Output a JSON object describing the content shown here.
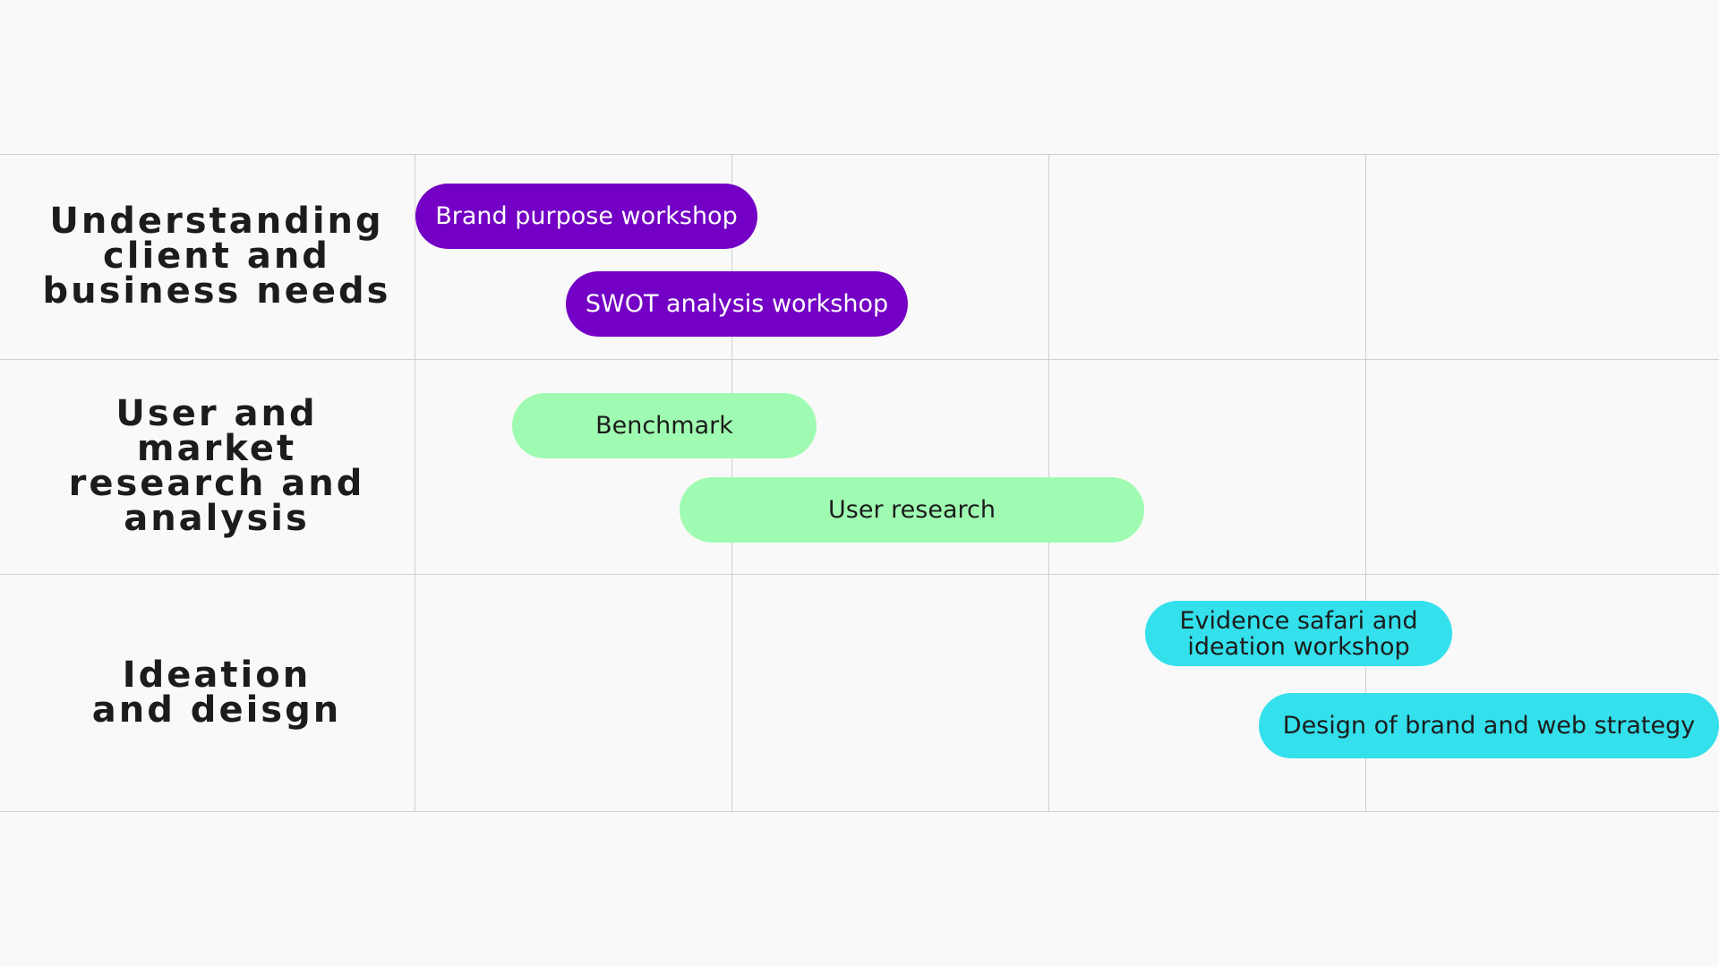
{
  "colors": {
    "background": "#f9f9f9",
    "grid": "#cfcfcf",
    "label": "#1c1c1c",
    "purple": "#7300c4",
    "green": "#a0fbb2",
    "cyan": "#33e0ec"
  },
  "phases": [
    {
      "label": "Understanding client and business needs"
    },
    {
      "label": "User and market research and analysis"
    },
    {
      "label": "Ideation and deisgn"
    }
  ],
  "tasks": [
    {
      "label": "Brand purpose workshop",
      "phase": 0,
      "color": "#7300c4",
      "text_color": "#ffffff"
    },
    {
      "label": "SWOT analysis workshop",
      "phase": 0,
      "color": "#7300c4",
      "text_color": "#ffffff"
    },
    {
      "label": "Benchmark",
      "phase": 1,
      "color": "#a0fbb2",
      "text_color": "#1c1c1c"
    },
    {
      "label": "User research",
      "phase": 1,
      "color": "#a0fbb2",
      "text_color": "#1c1c1c"
    },
    {
      "label": "Evidence safari and ideation workshop",
      "phase": 2,
      "color": "#33e0ec",
      "text_color": "#1c1c1c"
    },
    {
      "label": "Design of brand and web strategy",
      "phase": 2,
      "color": "#33e0ec",
      "text_color": "#1c1c1c"
    }
  ]
}
